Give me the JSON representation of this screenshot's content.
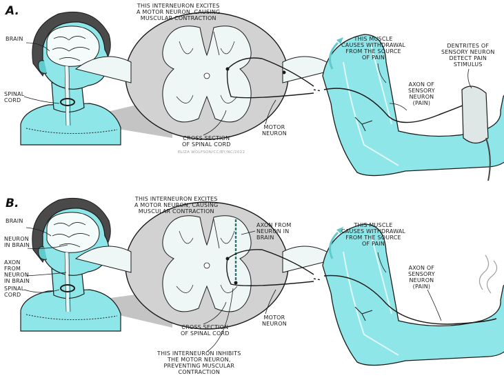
{
  "panel_a": {
    "letter": "A.",
    "interneuron_label": "THIS INTERNEURON EXCITES\nA MOTOR NEURON, CAUSING\nMUSCULAR CONTRACTION",
    "brain_label": "BRAIN",
    "spinal_cord_label": "SPINAL\nCORD",
    "cross_section_label": "CROSS SECTION\nOF SPINAL CORD",
    "motor_neuron_label": "MOTOR\nNEURON",
    "muscle_label": "THIS MUSCLE\nCAUSES WITHDRAWAL\nFROM THE SOURCE\nOF PAIN",
    "axon_sensory_label": "AXON OF\nSENSORY\nNEURON\n(PAIN)",
    "dendrites_label": "DENTRITES OF\nSENSORY NEURON\nDETECT PAIN\nSTIMULUS",
    "credit": "ELIZA WOLFSON/CC/BY/NC/2022"
  },
  "panel_b": {
    "letter": "B.",
    "interneuron_label": "THIS INTERNEURON EXCITES\nA MOTOR NEURON, CAUSING\nMUSCULAR CONTRACTION",
    "brain_label": "BRAIN",
    "neuron_in_brain_label": "NEURON\nIN BRAIN",
    "axon_from_neuron_label": "AXON\nFROM\nNEURON\nIN BRAIN",
    "spinal_cord_label": "SPINAL\nCORD",
    "axon_from_brain_label": "AXON FROM\nNEURON IN\nBRAIN",
    "cross_section_label": "CROSS SECTION\nOF SPINAL CORD",
    "motor_neuron_label": "MOTOR\nNEURON",
    "inhibit_label": "THIS INTERNEURON INHIBITS\nTHE MOTOR NEURON,\nPREVENTING MUSCULAR\nCONTRACTION",
    "muscle_label": "THIS MUSCLE\nCAUSES WITHDRAWAL\nFROM THE SOURCE\nOF PAIN",
    "axon_sensory_label": "AXON OF\nSENSORY\nNEURON\n(PAIN)"
  },
  "colors": {
    "skin": "#8fe6e8",
    "skin_dark": "#5fc9cc",
    "hair": "#4a4a4a",
    "cord_bg": "#d2d2d2",
    "cord_grey": "#8e8e8e",
    "white_matter": "#eef6f6",
    "shadow": "#c4c4c4",
    "ink": "#1a1a1a"
  }
}
